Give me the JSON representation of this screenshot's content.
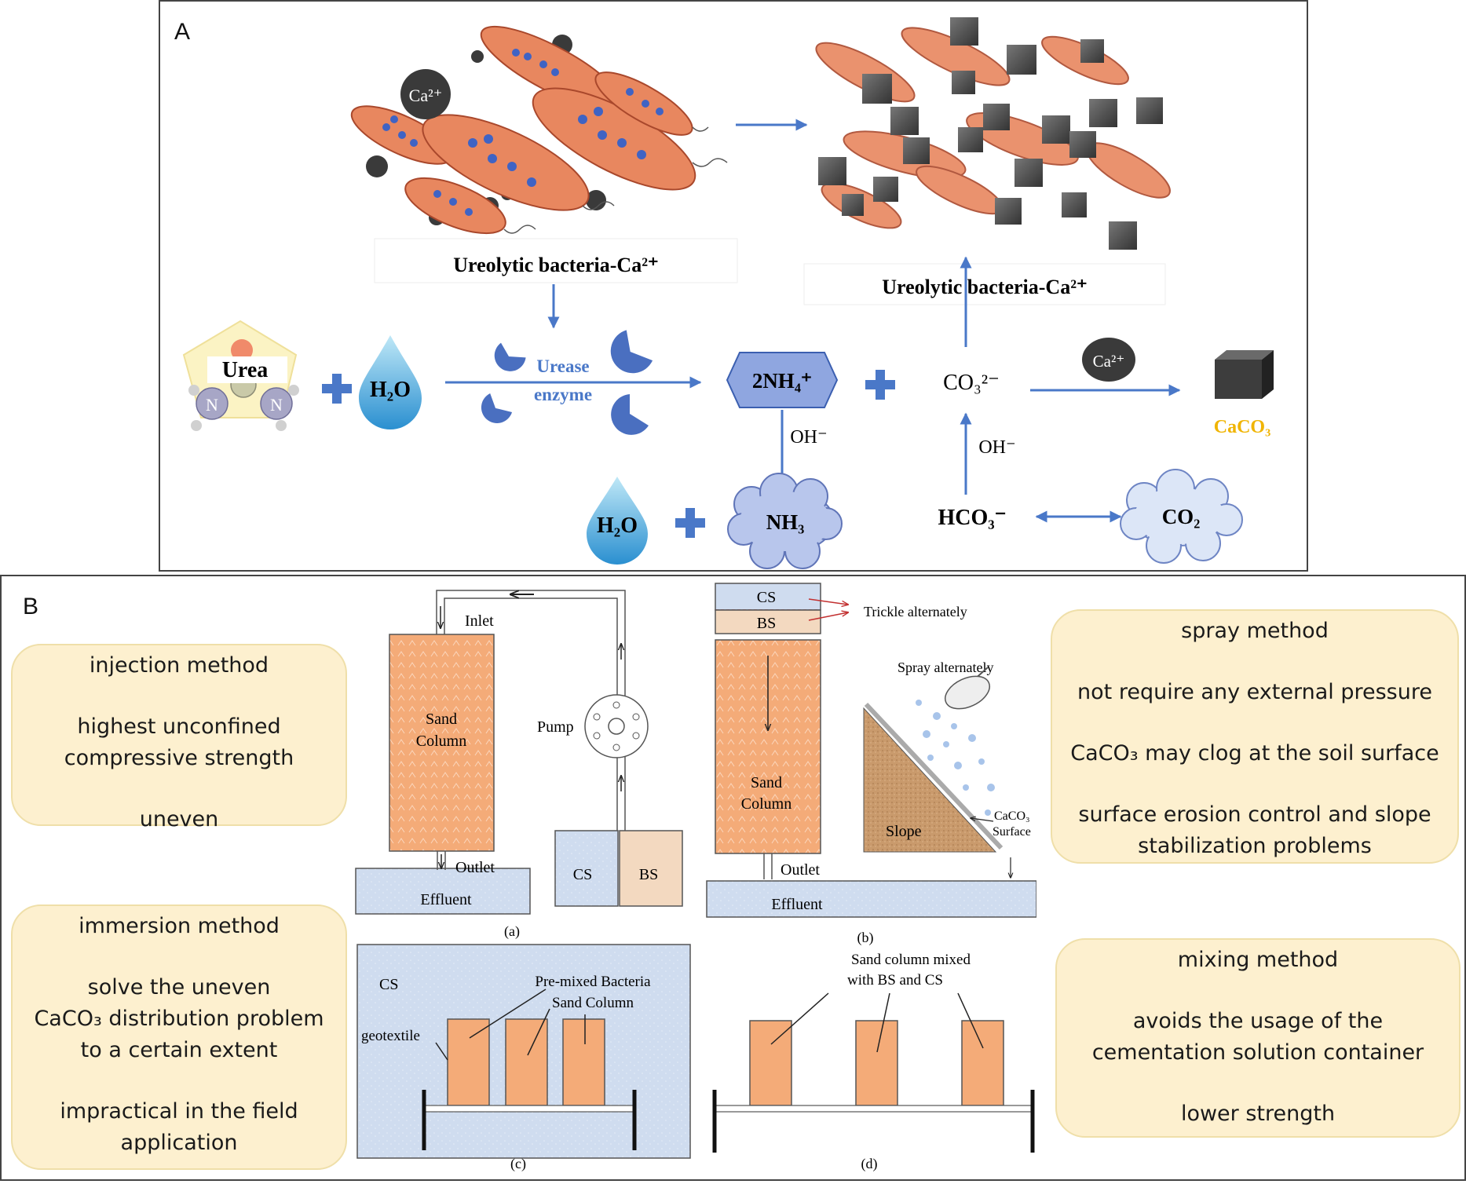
{
  "panel_a": {
    "letter": "A",
    "left_caption": "Ureolytic bacteria-Ca²⁺",
    "right_caption": "Ureolytic bacteria-Ca²⁺",
    "ca_ion_label": "Ca²⁺",
    "urea_label": "Urea",
    "water_label": "H₂O",
    "enzyme_line1": "Urease",
    "enzyme_line2": "enzyme",
    "ammonium_label": "2NH₄⁺",
    "carbonate_label": "CO₃²⁻",
    "ca_ion_label_2": "Ca²⁺",
    "caco3_label": "CaCO₃",
    "hydroxide_label_1": "OH⁻",
    "hydroxide_label_2": "OH⁻",
    "water_label_2": "H₂O",
    "ammonia_label": "NH₃",
    "bicarbonate_label": "HCO₃⁻",
    "co2_label": "CO₂",
    "urea_n1": "N",
    "urea_n2": "N",
    "colors": {
      "arrow": "#4a78c8",
      "bacteria": "#e8875f",
      "crystal": "#555555",
      "caco3_text": "#f0b400",
      "cloud": "#c2d0f0"
    }
  },
  "panel_b": {
    "letter": "B",
    "injection": {
      "title": "injection method",
      "line1": "highest unconfined",
      "line2": "compressive strength",
      "line3": "uneven"
    },
    "immersion": {
      "title": "immersion method",
      "line1": "solve the uneven",
      "line2": "CaCO₃ distribution problem",
      "line3": "to a certain extent",
      "line4": "impractical in the field",
      "line5": "application"
    },
    "spray": {
      "title": "spray method",
      "line1": "not require any external pressure",
      "line2": "CaCO₃ may clog at the soil surface",
      "line3": "surface erosion control and slope",
      "line4": "stabilization problems"
    },
    "mixing": {
      "title": "mixing method",
      "line1": "avoids the usage of the",
      "line2": "cementation solution container",
      "line3": "lower strength"
    },
    "fig_a": {
      "inlet": "Inlet",
      "sand1": "Sand",
      "sand2": "Column",
      "pump": "Pump",
      "outlet": "Outlet",
      "effluent": "Effluent",
      "cs": "CS",
      "bs": "BS",
      "caption": "(a)"
    },
    "fig_b": {
      "cs": "CS",
      "bs": "BS",
      "trickle": "Trickle alternately",
      "spray": "Spray alternately",
      "sand1": "Sand",
      "sand2": "Column",
      "slope": "Slope",
      "caco3": "CaCO₃",
      "surface": "Surface",
      "outlet": "Outlet",
      "effluent": "Effluent",
      "caption": "(b)"
    },
    "fig_c": {
      "cs": "CS",
      "premixed1": "Pre-mixed Bacteria",
      "premixed2": "Sand Column",
      "geotextile": "geotextile",
      "caption": "(c)"
    },
    "fig_d": {
      "mixed1": "Sand column mixed",
      "mixed2": "with BS and CS",
      "caption": "(d)"
    },
    "colors": {
      "card_fill": "#fdf0cf",
      "sand": "#f4ab78",
      "solution": "#cfdcef",
      "bs": "#f3d9c0",
      "soil": "#c99a6c"
    }
  }
}
